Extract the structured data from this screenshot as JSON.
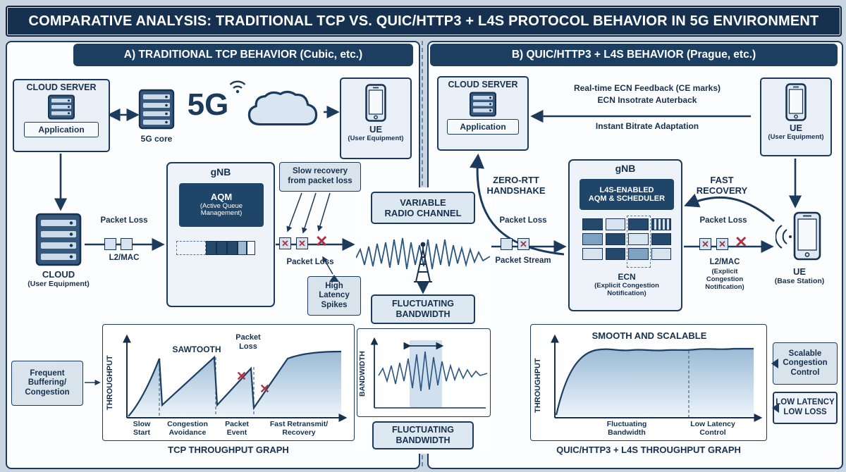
{
  "icons": {
    "x_mark": "✕"
  },
  "colors": {
    "navy": "#16314f",
    "dark_box": "#1f4569",
    "red_x": "#a83246"
  },
  "title": "COMPARATIVE ANALYSIS: TRADITIONAL TCP VS. QUIC/HTTP3 + L4S PROTOCOL BEHAVIOR IN 5G ENVIRONMENT",
  "panel_a": {
    "header": "A) TRADITIONAL TCP BEHAVIOR (Cubic, etc.)",
    "cloud_server": {
      "title": "CLOUD SERVER",
      "app": "Application"
    },
    "core_label": "5G core",
    "g5": "5G",
    "ue_top": {
      "name": "UE",
      "sub": "(User Equipment)"
    },
    "cloud_bottom": {
      "name": "CLOUD",
      "sub": "(User Equipment)"
    },
    "packet_loss_left": "Packet Loss",
    "l2mac": "L2/MAC",
    "gnb": {
      "title": "gNB",
      "aqm": "AQM",
      "aqm_sub": [
        "(Active Queue",
        "Management)"
      ]
    },
    "slow_recovery": [
      "Slow recovery",
      "from packet loss"
    ],
    "packet_loss_right": "Packet Loss",
    "high_latency": [
      "High",
      "Latency",
      "Spikes"
    ],
    "frequent_buffering": [
      "Frequent",
      "Buffering/",
      "Congestion"
    ],
    "graph": {
      "ylabel": "THROUGHPUT",
      "sawtooth_label": "SAWTOOTH",
      "packet_loss": [
        "Packet",
        "Loss"
      ],
      "phases": [
        [
          "Slow",
          "Start"
        ],
        [
          "Congestion",
          "Avoidance"
        ],
        [
          "Packet",
          "Event"
        ],
        [
          "Fast Retransmit/",
          "Recovery"
        ]
      ],
      "caption": "TCP THROUGHPUT GRAPH"
    }
  },
  "middle": {
    "header": [
      "VARIABLE",
      "RADIO CHANNEL"
    ],
    "fluct_top": [
      "FLUCTUATING",
      "BANDWIDTH"
    ],
    "ylabel": "BANDWIDTH",
    "fluct_bottom": [
      "FLUCTUATING",
      "BANDWIDTH"
    ]
  },
  "panel_b": {
    "header": "B) QUIC/HTTP3 + L4S BEHAVIOR (Prague, etc.)",
    "cloud_server": {
      "title": "CLOUD SERVER",
      "app": "Application"
    },
    "feedback_line1": "Real-time ECN Feedback (CE marks)",
    "feedback_line2": "ECN Insotrate Auterback",
    "bitrate_adaptation": "Instant Bitrate Adaptation",
    "ue_top": {
      "name": "UE",
      "sub": "(User Equipment)"
    },
    "zero_rtt": [
      "ZERO-RTT",
      "HANDSHAKE"
    ],
    "fast_recovery": [
      "FAST",
      "RECOVERY"
    ],
    "gnb": {
      "title": "gNB",
      "l4s": [
        "L4S-ENABLED",
        "AQM & SCHEDULER"
      ],
      "ecn": "ECN",
      "ecn_sub": [
        "(Explicit Congestion",
        "Notification)"
      ]
    },
    "packet_loss_left": "Packet Loss",
    "packet_stream": "Packet Stream",
    "packet_loss_right": "Packet Loss",
    "l2mac": "L2/MAC",
    "l2mac_sub": [
      "(Explicit",
      "Congestion",
      "Notification)"
    ],
    "ue_base": {
      "name": "UE",
      "sub": "(Base Station)"
    },
    "graph": {
      "title": "SMOOTH AND SCALABLE",
      "ylabel": "THROUGHPUT",
      "phases": [
        [
          "Fluctuating",
          "Bandwidth"
        ],
        [
          "Low Latency",
          "Control"
        ]
      ],
      "scalable": [
        "Scalable",
        "Congestion",
        "Control"
      ],
      "low_latency": [
        "LOW LATENCY",
        "LOW LOSS"
      ],
      "caption": "QUIC/HTTP3 + L4S THROUGHPUT GRAPH"
    }
  }
}
